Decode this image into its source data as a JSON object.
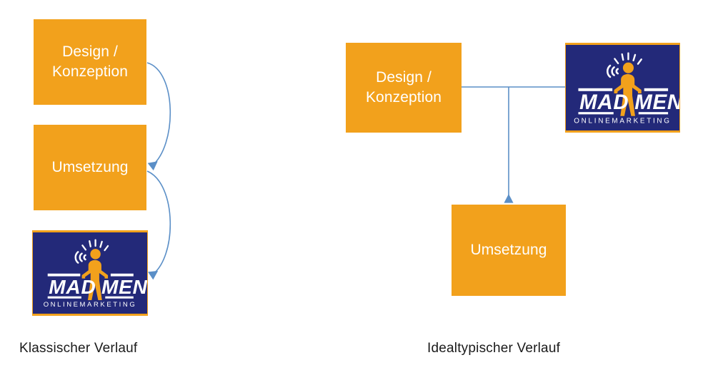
{
  "diagram": {
    "title_left": "Klassischer Verlauf",
    "title_right": "Idealtypischer Verlauf",
    "colors": {
      "orange": "#F2A11C",
      "navy": "#232979",
      "connector_blue": "#5B8FC7",
      "text_white": "#FFFFFF",
      "caption_dark": "#1A1A1A",
      "page_background": "#FFFFFF"
    },
    "left_flow": {
      "caption": "Klassischer Verlauf",
      "nodes": [
        {
          "id": "design",
          "label": "Design /\nKonzeption",
          "line1": "Design /",
          "line2": "Konzeption",
          "type": "process"
        },
        {
          "id": "umsetzung",
          "label": "Umsetzung",
          "line1": "Umsetzung",
          "line2": "",
          "type": "process"
        },
        {
          "id": "madmen",
          "label": "MAD MEN ONLINEMARKETING",
          "type": "logo"
        }
      ],
      "edges": [
        {
          "from": "design",
          "to": "umsetzung",
          "style": "curved",
          "arrowhead": "left"
        },
        {
          "from": "umsetzung",
          "to": "madmen",
          "style": "curved",
          "arrowhead": "left"
        }
      ]
    },
    "right_flow": {
      "caption": "Idealtypischer Verlauf",
      "nodes": [
        {
          "id": "design",
          "label": "Design /\nKonzeption",
          "line1": "Design /",
          "line2": "Konzeption",
          "type": "process"
        },
        {
          "id": "madmen",
          "label": "MAD MEN ONLINEMARKETING",
          "type": "logo"
        },
        {
          "id": "umsetzung",
          "label": "Umsetzung",
          "line1": "Umsetzung",
          "line2": "",
          "type": "process"
        }
      ],
      "edges": [
        {
          "from": "design",
          "to": "madmen",
          "style": "straight-horizontal",
          "arrowhead": "none"
        },
        {
          "from": "design",
          "to": "umsetzung",
          "style": "elbow-down",
          "arrowhead": "down"
        }
      ]
    },
    "logo": {
      "word_left": "MAD",
      "word_right": "MEN",
      "tagline": "ONLINEMARKETING",
      "figure": "standing-person-icon"
    }
  }
}
